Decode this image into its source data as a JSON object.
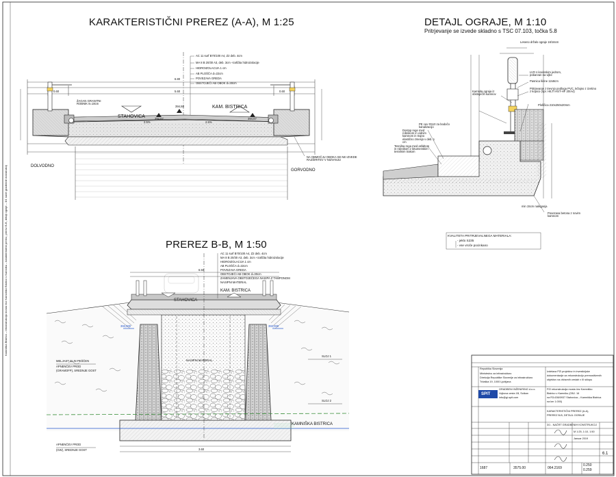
{
  "section_aa": {
    "title": "KARAKTERISTIČNI PREREZ  (A-A), M 1:25",
    "layers": [
      "AC 11 surf B70/100 A4, Z2 deb. 4cm",
      "MA 8 B 20/30 A3, deb. 3cm +zaščita hidroizolacije",
      "HIDROIZOLACIJA 1 cm",
      "AB PLOŠČA d=22cm",
      "POVEZAVA GREDA",
      "OBSTOJEČI AB OBOK d=30cm"
    ],
    "stahovica": "STAHOVICA",
    "kam_bistrica": "KAM. BISTRICA",
    "dolvodno": "DOLVODNO",
    "gorvodno": "GORVODNO",
    "curb_note": "ŽAGAN GRANITNI ROBNIK 8=18cm",
    "demolition_note": "NA OBMOČJU OBOKA SE NE IZVEDE RAZŠIRITEV V NIZVANJU",
    "slope_left": "2.5%",
    "slope_right": "2.5%",
    "dim_total": "6.80",
    "dim_road": "5.60",
    "dim_left": "0.60",
    "dim_right": "0.60",
    "level_left": "394,67",
    "level_mid": "394,58",
    "level_right": "394,67"
  },
  "detail": {
    "title": "DETAJL OGRAJE, M 1:10",
    "subtitle": "Pritrjevanje se izvede skladno s TSC 07.103, točka 5.8",
    "labels": [
      "Leseno držalo ograje 16/16cm",
      "LVO s kovinskim jedrom, pobarvan na vijke",
      "Pasnica širine 12x8cm",
      "Pritrjevanje z trevnjo podloga PVC, ležajno z izvrtino z kopico (npr. HILTI HST-HF 20/A4)",
      "Ploščica 210x250x20mm",
      "Kamnita ograja iz obstoječih kamnov",
      "PE cev Φ110 za bodočo kanalizacijo",
      "Dostop rege med robnikom in vidnim kamnom in trajno elastično zmesjo v deb. 1 cm",
      "Tesnilna rega med asfaltom in robnikom z bitumenskim tesnilnim trakom",
      "min 15cm naleganja",
      "Povezava betona z novim kamnom"
    ],
    "material_title": "KVALITETA PRITRJEVALNEGA MATERIALA:",
    "material_1": "- jeklo S235",
    "material_2": "- vse vroče pocinkano"
  },
  "section_bb": {
    "title": "PREREZ B-B, M 1:50",
    "layers": [
      "AC 11 surf B70/100 A4, Z2 deb. 4cm",
      "MA 8 B 20/30 A3, deb. 3cm +zaščita hidroizolacije",
      "HIDROIZOLACIJA 1 cm",
      "AB PLOŠČA d=22cm",
      "POVEZAVA GREDA",
      "OBSTOJEČI AB OBOK d=30cm",
      "ZAMENJAVA OBSTOJEČEGA NASIPA Z TAMPONOM",
      "NASIPNI MATERIAL"
    ],
    "stahovica": "STAHOVICA",
    "kam_bistrica": "KAM. BISTRICA",
    "river": "KAMNIŠKA BISTRICA",
    "left_note_1": "MELJAST GLIN PEŠČEN",
    "left_note_2": "APNENČEV PROD",
    "left_note_3": "(GRAMOFP), SREDNJE GOST",
    "bottom_note_1": "APNENČEV PROD",
    "bottom_note_2": "(GW), SREDNJE GOST",
    "right_layer": "SLOJ 1",
    "right_layer_2": "SLOJ 2",
    "water_left": "393,000",
    "water_right": "393,000",
    "fill_label": "NASIPNI MATERIAL",
    "dim_total": "6.50",
    "dim_span": "3.60"
  },
  "title_block": {
    "investor_1": "Republika Slovenija",
    "investor_2": "Ministrstvo za infrastrukturo",
    "investor_3": "Direkcija Republike Slovenije za infrastrukturo",
    "investor_4": "Tržaška 19, 1000 Ljubljana",
    "object_1": "Izdelava PZI projektov in investicijske",
    "object_2": "dokumentacije za rekonstrukcijo premostitvenih",
    "object_3": "objektov na državnih cestah v III sklopu",
    "company_logo": "SPIT",
    "company_1": "GRADBENI INŽENIRING d.o.o.",
    "company_2": "Vojkova cesta 1B, Solkan",
    "company_3": "info@gi-spit.com",
    "project_1": "PZI rekonstrukcija mosta čez Kamniško",
    "project_2": "Bistrico v Kamniku (OBJ. 16",
    "project_3": "na R3-636/0937 Stahovica – Kamniška Bistrica",
    "project_4": "na km 1.000)",
    "drawing_1": "KARAKTERISTIČNI PREREZ (A-A),",
    "drawing_2": "PREREZ B-B, DETAJL OGRAJE",
    "part": "3/1 - NAČRT GRADBENIH KONSTRUKCIJ",
    "scale": "M 1:25, 1:10, 1:50",
    "date": "Januar 2019",
    "sheet_no": "6.1",
    "bottom_1": "1687",
    "bottom_2": "3575.00",
    "bottom_3": "064.2169",
    "bottom_4": "0.250",
    "bottom_5": "0.259"
  },
  "margin_note": "Kamniška Bistrica – rekonstrukcija mosta čez Kamniško Bistrico v Kamniku – karakteristični prerez, prerez B-B, detajl ograje – 3/1 načrt gradbenih konstrukcij"
}
